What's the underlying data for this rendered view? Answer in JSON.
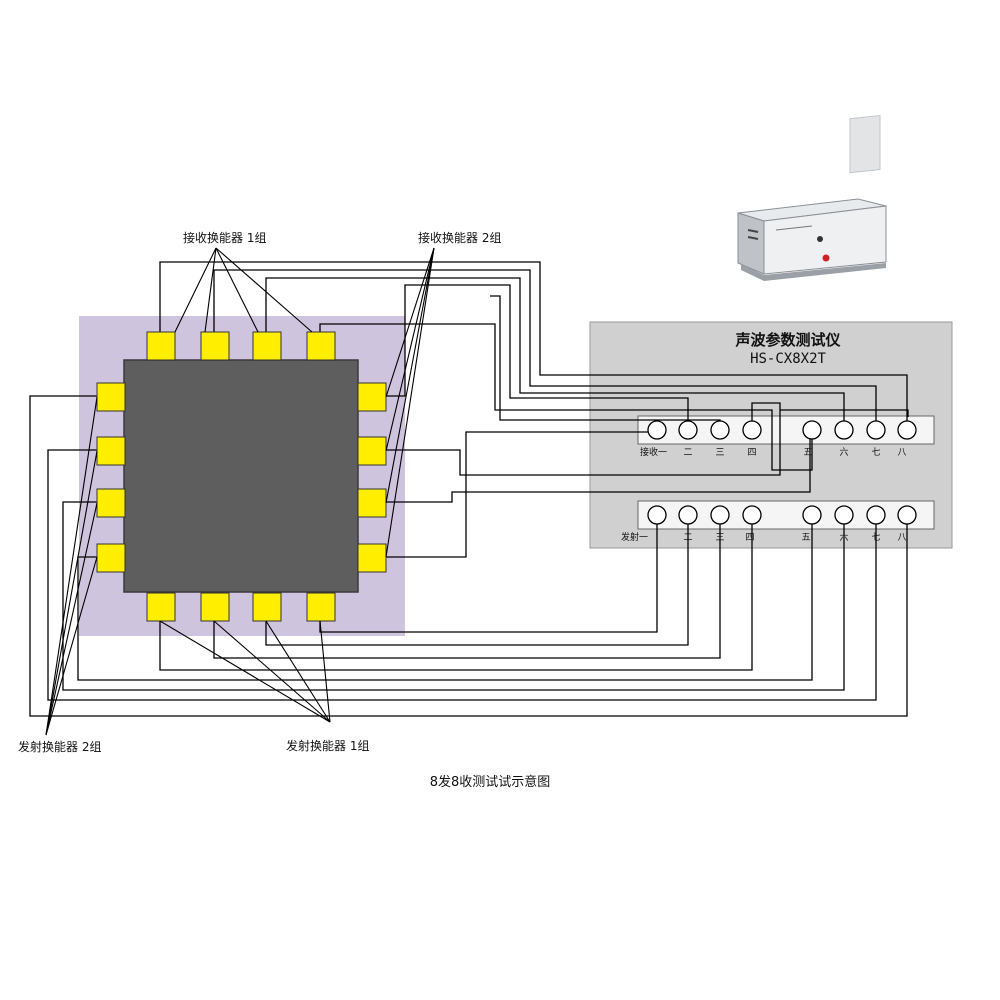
{
  "labels": {
    "receiver_group1": "接收换能器 1组",
    "receiver_group2": "接收换能器 2组",
    "transmitter_group2": "发射换能器 2组",
    "transmitter_group1": "发射换能器 1组"
  },
  "instrument": {
    "name": "声波参数测试仪",
    "model": "HS-CX8X2T",
    "receive_ports": [
      "接收一",
      "二",
      "三",
      "四",
      "五",
      "六",
      "七",
      "八"
    ],
    "transmit_ports": [
      "发射一",
      "二",
      "三",
      "四",
      "五",
      "六",
      "七",
      "八"
    ]
  },
  "caption": "8发8收测试试示意图",
  "colors": {
    "sample_tint": "#cfc4de",
    "specimen": "#5e5e5e",
    "transducer": "#ffee00",
    "panel": "#d0d0d0",
    "port_strip": "#f5f5f5"
  }
}
